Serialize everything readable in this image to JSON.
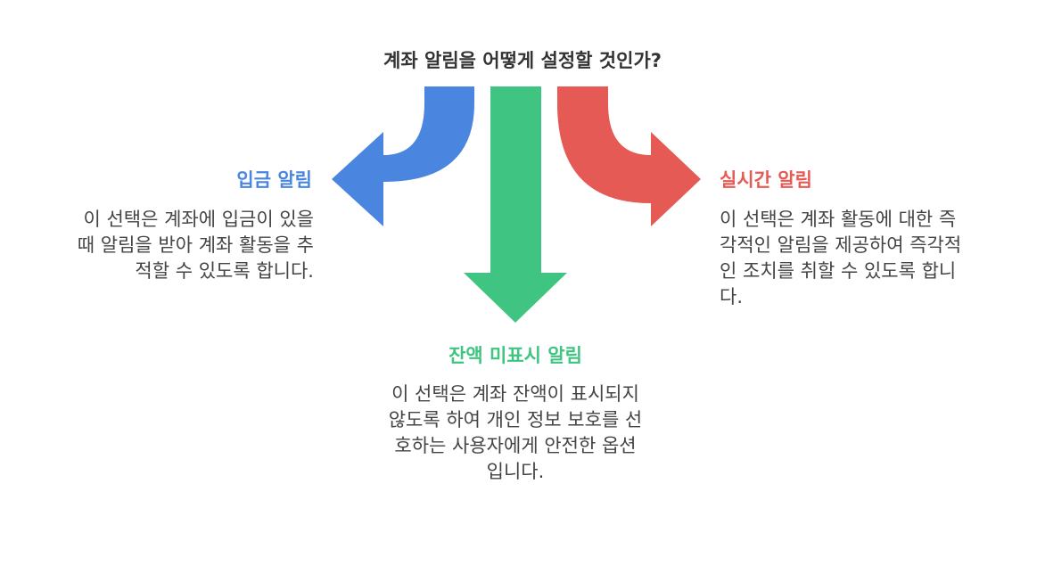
{
  "title": "계좌 알림을 어떻게 설정할 것인가?",
  "options": {
    "deposit": {
      "title": "입금 알림",
      "description": "이 선택은 계좌에 입금이 있을\n때 알림을 받아 계좌 활동을 추\n적할 수 있도록 합니다.",
      "color": "#4a86e0"
    },
    "balance": {
      "title": "잔액 미표시 알림",
      "description": "이 선택은 계좌 잔액이 표시되지\n않도록 하여 개인 정보 보호를 선\n호하는 사용자에게 안전한 옵션\n입니다.",
      "color": "#3fc481"
    },
    "realtime": {
      "title": "실시간 알림",
      "description": "이 선택은 계좌 활동에 대한 즉\n각적인 알림을 제공하여 즉각적\n인 조치를 취할 수 있도록 합니\n다.",
      "color": "#e65a55"
    }
  }
}
